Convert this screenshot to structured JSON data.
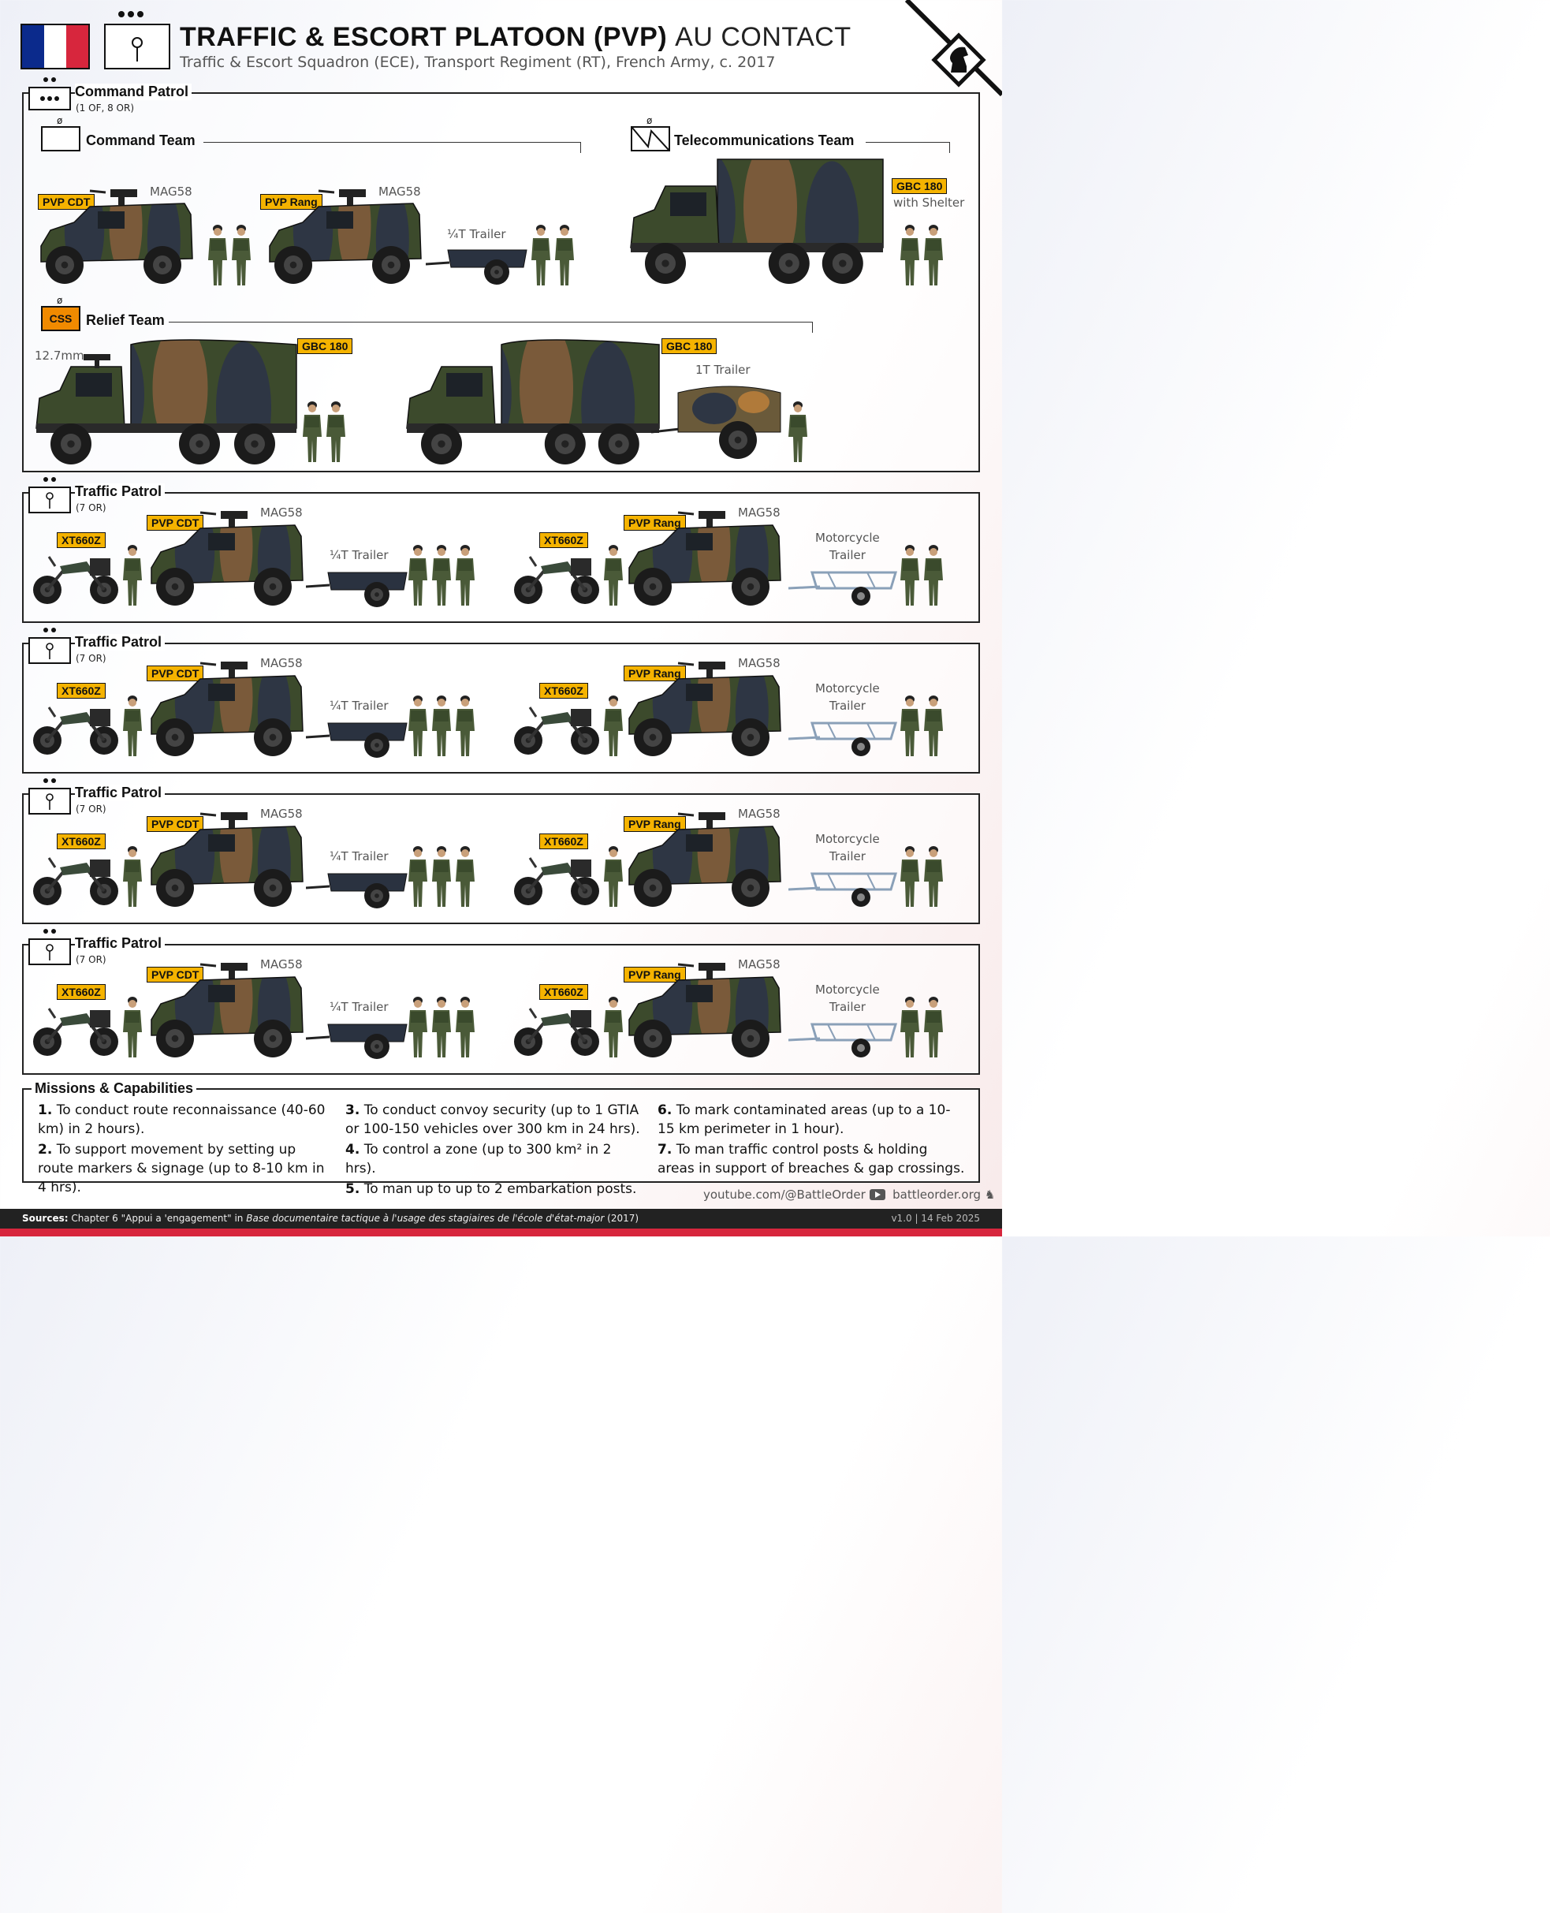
{
  "colors": {
    "flag_blue": "#0b2a8c",
    "flag_white": "#ffffff",
    "flag_red": "#d7263d",
    "tag_yellow": "#f5b300",
    "css_orange": "#f08a00"
  },
  "header": {
    "title_bold": "TRAFFIC & ESCORT PLATOON (PVP)",
    "title_light": "AU CONTACT",
    "subtitle": "Traffic & Escort Squadron (ECE), Transport Regiment (RT), French Army, c. 2017",
    "logo_icon": "knight-chess-piece-icon"
  },
  "command_patrol": {
    "title": "Command Patrol",
    "sub": "(1 OF, 8 OR)",
    "command_team": {
      "title": "Command Team",
      "symbol_mark": "ø",
      "vehicle1_tag": "PVP CDT",
      "vehicle1_label": "MAG58",
      "vehicle2_tag": "PVP Rang",
      "vehicle2_label": "MAG58",
      "trailer_label": "¼T Trailer"
    },
    "telecom_team": {
      "title": "Telecommunications Team",
      "symbol_mark": "ø",
      "vehicle_tag": "GBC 180",
      "vehicle_label": "with Shelter"
    },
    "relief_team": {
      "title": "Relief Team",
      "symbol_mark": "ø",
      "symbol_text": "CSS",
      "vehicle1_tag": "GBC 180",
      "vehicle1_label": "12.7mm",
      "vehicle2_tag": "GBC 180",
      "trailer_label": "1T Trailer"
    }
  },
  "traffic_patrols": [
    {
      "title": "Traffic Patrol",
      "sub": "(7 OR)",
      "moto1": "XT660Z",
      "pvp1_tag": "PVP CDT",
      "pvp1_label": "MAG58",
      "trailer1": "¼T Trailer",
      "moto2": "XT660Z",
      "pvp2_tag": "PVP Rang",
      "pvp2_label": "MAG58",
      "trailer2_line1": "Motorcycle",
      "trailer2_line2": "Trailer"
    },
    {
      "title": "Traffic Patrol",
      "sub": "(7 OR)",
      "moto1": "XT660Z",
      "pvp1_tag": "PVP CDT",
      "pvp1_label": "MAG58",
      "trailer1": "¼T Trailer",
      "moto2": "XT660Z",
      "pvp2_tag": "PVP Rang",
      "pvp2_label": "MAG58",
      "trailer2_line1": "Motorcycle",
      "trailer2_line2": "Trailer"
    },
    {
      "title": "Traffic Patrol",
      "sub": "(7 OR)",
      "moto1": "XT660Z",
      "pvp1_tag": "PVP CDT",
      "pvp1_label": "MAG58",
      "trailer1": "¼T Trailer",
      "moto2": "XT660Z",
      "pvp2_tag": "PVP Rang",
      "pvp2_label": "MAG58",
      "trailer2_line1": "Motorcycle",
      "trailer2_line2": "Trailer"
    },
    {
      "title": "Traffic Patrol",
      "sub": "(7 OR)",
      "moto1": "XT660Z",
      "pvp1_tag": "PVP CDT",
      "pvp1_label": "MAG58",
      "trailer1": "¼T Trailer",
      "moto2": "XT660Z",
      "pvp2_tag": "PVP Rang",
      "pvp2_label": "MAG58",
      "trailer2_line1": "Motorcycle",
      "trailer2_line2": "Trailer"
    }
  ],
  "missions": {
    "title": "Missions & Capabilities",
    "items": [
      {
        "num": "1.",
        "text": "To conduct route reconnaissance (40-60 km) in 2 hours)."
      },
      {
        "num": "2.",
        "text": "To support movement by setting up route markers & signage (up to 8-10 km in 4 hrs)."
      },
      {
        "num": "3.",
        "text": "To conduct convoy security (up to 1 GTIA or 100-150 vehicles over 300 km in 24 hrs)."
      },
      {
        "num": "4.",
        "text": "To control a zone (up to 300 km² in 2 hrs)."
      },
      {
        "num": "5.",
        "text": "To man up to up to 2 embarkation posts."
      },
      {
        "num": "6.",
        "text": "To mark contaminated areas (up to a 10-15 km perimeter in 1 hour)."
      },
      {
        "num": "7.",
        "text": "To man traffic control posts & holding areas in support of breaches & gap crossings."
      }
    ]
  },
  "footer": {
    "youtube": "youtube.com/@BattleOrder",
    "site": "battleorder.org",
    "sources_label": "Sources:",
    "sources_pre": "Chapter 6 \"Appui a 'engagement\" in",
    "sources_italic": "Base documentaire tactique à l'usage des stagiaires de l'école d'état-major",
    "sources_post": "(2017)",
    "version": "v1.0 | 14 Feb 2025"
  }
}
